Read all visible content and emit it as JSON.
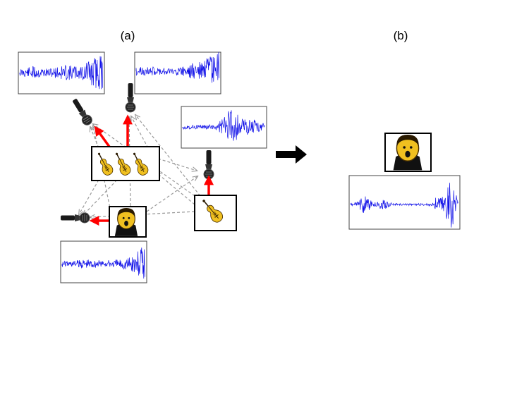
{
  "panels": {
    "a": {
      "label": "(a)"
    },
    "b": {
      "label": "(b)"
    }
  },
  "colors": {
    "waveform": "#1010e8",
    "direct_arrow": "#ff0000",
    "leakage_arrow": "#9a9a9a",
    "instrument": "#f0c020",
    "box_border": "#000000",
    "transition_arrow": "#000000"
  },
  "sources": [
    {
      "name": "violin-section",
      "icon": "three-violins-icon"
    },
    {
      "name": "singer",
      "icon": "singer-icon"
    },
    {
      "name": "solo-violin",
      "icon": "violin-icon"
    }
  ],
  "microphones": [
    {
      "name": "mic-violin-section-left",
      "icon": "microphone-icon"
    },
    {
      "name": "mic-violin-section-right",
      "icon": "microphone-icon"
    },
    {
      "name": "mic-solo-violin",
      "icon": "microphone-icon"
    },
    {
      "name": "mic-singer",
      "icon": "microphone-icon"
    }
  ]
}
